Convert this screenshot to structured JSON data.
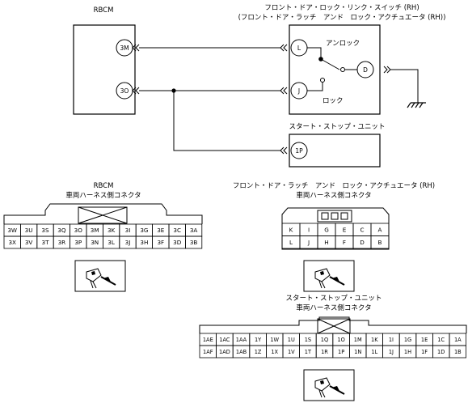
{
  "wiring": {
    "rbcm_title": "RBCM",
    "switch_title_line1": "フロント・ドア・ロック・リンク・スイッチ (RH)",
    "switch_title_line2": "(フロント・ドア・ラッチ　アンド　ロック・アクチュエータ (RH))",
    "rbcm_pins": [
      "3M",
      "3O"
    ],
    "switch_pins": [
      "L",
      "J",
      "D"
    ],
    "unlock_label": "アンロック",
    "lock_label": "ロック",
    "ssu_title": "スタート・ストップ・ユニット",
    "ssu_pin": "1P"
  },
  "connectors": {
    "rbcm": {
      "title_line1": "RBCM",
      "title_line2": "車両ハーネス側コネクタ",
      "row1": [
        "3W",
        "3U",
        "3S",
        "3Q",
        "3O",
        "3M",
        "3K",
        "3I",
        "3G",
        "3E",
        "3C",
        "3A"
      ],
      "row2": [
        "3X",
        "3V",
        "3T",
        "3R",
        "3P",
        "3N",
        "3L",
        "3J",
        "3H",
        "3F",
        "3D",
        "3B"
      ]
    },
    "actuator": {
      "title_line1": "フロント・ドア・ラッチ　アンド　ロック・アクチュエータ (RH)",
      "title_line2": "車両ハーネス側コネクタ",
      "row1": [
        "K",
        "I",
        "G",
        "E",
        "C",
        "A"
      ],
      "row2": [
        "L",
        "J",
        "H",
        "F",
        "D",
        "B"
      ]
    },
    "ssu": {
      "title_line1": "スタート・ストップ・ユニット",
      "title_line2": "車両ハーネス側コネクタ",
      "row1": [
        "1AE",
        "1AC",
        "1AA",
        "1Y",
        "1W",
        "1U",
        "1S",
        "1Q",
        "1O",
        "1M",
        "1K",
        "1I",
        "1G",
        "1E",
        "1C",
        "1A"
      ],
      "row2": [
        "1AF",
        "1AD",
        "1AB",
        "1Z",
        "1X",
        "1V",
        "1T",
        "1R",
        "1P",
        "1N",
        "1L",
        "1J",
        "1H",
        "1F",
        "1D",
        "1B"
      ]
    }
  }
}
